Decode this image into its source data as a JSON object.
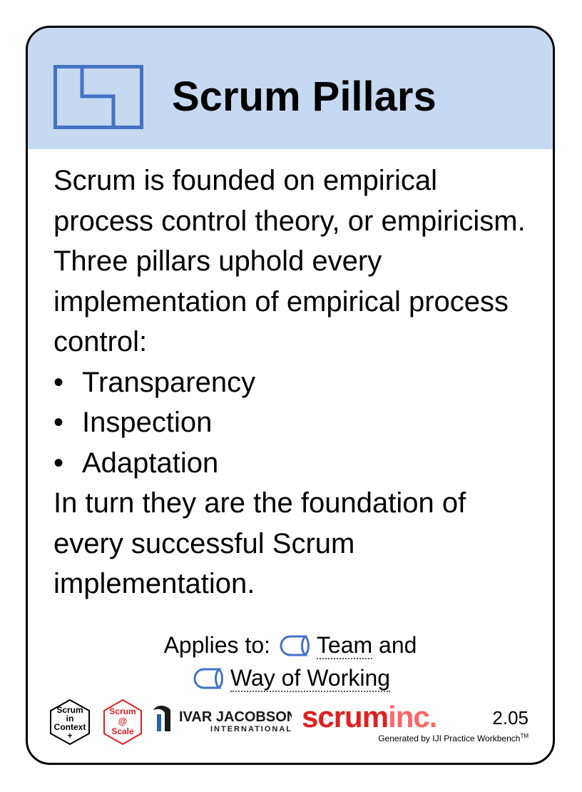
{
  "card": {
    "title": "Scrum Pillars",
    "header_icon": "practice-pattern-icon",
    "intro": "Scrum is founded on empirical process control theory, or empiricism. Three pillars uphold every implementation of empirical process control:",
    "pillars": [
      "Transparency",
      "Inspection",
      "Adaptation"
    ],
    "conclusion": "In turn they are the foundation of every successful Scrum implementation.",
    "applies_to": {
      "label": "Applies to:",
      "alphas": [
        "Team",
        "Way of Working"
      ],
      "joiner": "and",
      "alpha_icon": "alpha-icon"
    },
    "footer": {
      "logo_scrum_in_context": {
        "line1": "Scrum",
        "line2": "in",
        "line3": "Context",
        "line4": "+"
      },
      "logo_scrum_at_scale": {
        "line1": "Scrum",
        "line2": "@",
        "line3": "Scale"
      },
      "logo_ivar_jacobson": {
        "line1": "IVAR JACOBSON",
        "line2": "INTERNATIONAL"
      },
      "logo_scruminc": {
        "main": "scrum",
        "accent": "inc."
      },
      "version": "2.05",
      "generated_by": "Generated by IJI Practice Workbench",
      "trademark": "TM"
    },
    "colors": {
      "header_bg": "#c6d9f1",
      "icon_blue": "#4472c4",
      "scrum_red": "#e02020",
      "border": "#000000"
    }
  }
}
